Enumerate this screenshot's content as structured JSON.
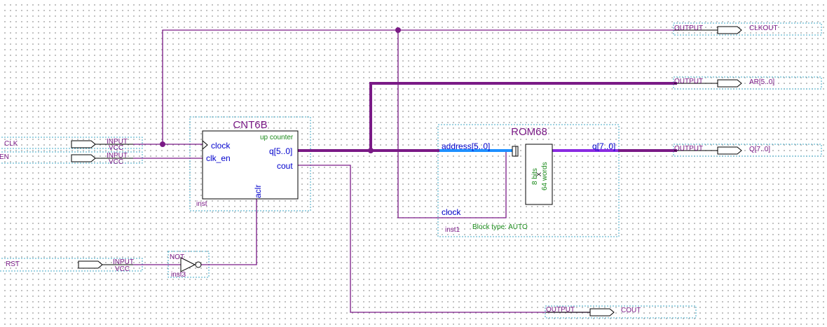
{
  "inputs": [
    {
      "name": "CLK",
      "type": "INPUT",
      "default": "VCC"
    },
    {
      "name": "EN",
      "type": "INPUT",
      "default": "VCC"
    },
    {
      "name": "RST",
      "type": "INPUT",
      "default": "VCC"
    }
  ],
  "outputs": [
    {
      "name": "CLKOUT",
      "type": "OUTPUT"
    },
    {
      "name": "AR[5..0]",
      "type": "OUTPUT"
    },
    {
      "name": "Q[7..0]",
      "type": "OUTPUT"
    },
    {
      "name": "COUT",
      "type": "OUTPUT"
    }
  ],
  "counter": {
    "title": "CNT6B",
    "subtitle": "up counter",
    "instance": "inst",
    "ports": {
      "clock": "clock",
      "clk_en": "clk_en",
      "q": "q[5..0]",
      "cout": "cout",
      "aclr": "aclr"
    }
  },
  "rom": {
    "title": "ROM68",
    "instance": "inst1",
    "block_type": "Block type: AUTO",
    "ports": {
      "address": "address[5..0]",
      "clock": "clock",
      "q": "q[7..0]"
    },
    "size_bits": "8 bits",
    "size_x": "X",
    "size_words": "64 words"
  },
  "not_gate": {
    "label": "NOT",
    "instance": "inst3"
  }
}
